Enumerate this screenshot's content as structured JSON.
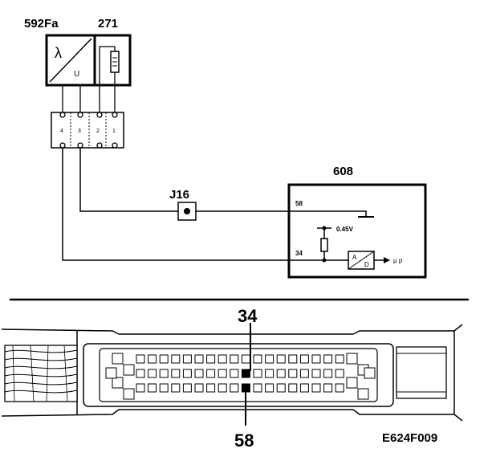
{
  "labels": {
    "sensor": "592Fa",
    "heater": "271",
    "lambda": "λ",
    "u": "U",
    "pins": [
      "4",
      "3",
      "2",
      "1"
    ],
    "junction": "J16",
    "ecu": "608",
    "pin58": "58",
    "pin34": "34",
    "voltage": "0.45V",
    "ad_a": "A",
    "ad_d": "D",
    "mu_p": "μ p",
    "connector_pin34": "34",
    "connector_pin58": "58",
    "figure_code": "E624F009"
  },
  "connector": {
    "columns": 18
  }
}
